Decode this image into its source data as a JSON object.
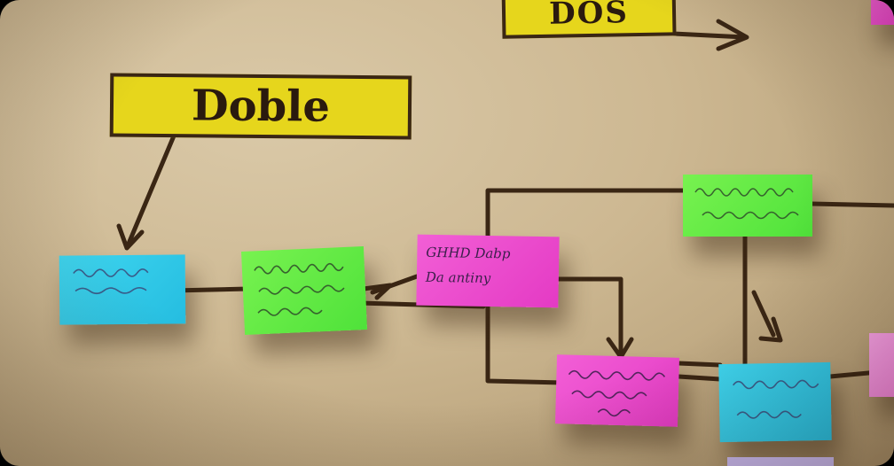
{
  "signs": {
    "main": "Doble",
    "top": "DOS"
  },
  "colors": {
    "wall": "#cdb892",
    "marker": "#3a2614",
    "sign_yellow": "#e6d61c",
    "note_cyan": "#3fd6f0",
    "note_green": "#6aee48",
    "note_pink": "#ec4cd0"
  },
  "notes": {
    "pink_1_line1": "GHHD Dabp",
    "pink_1_line2": "Da antiny"
  }
}
